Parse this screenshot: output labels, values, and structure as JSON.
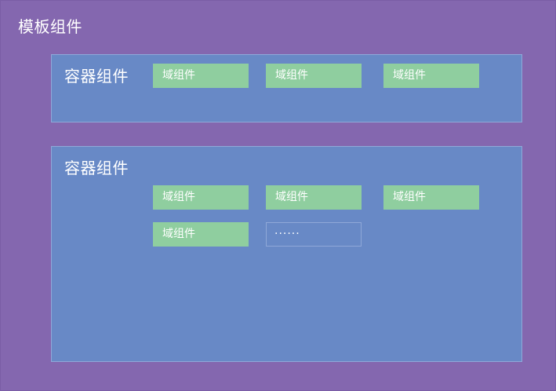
{
  "template": {
    "title": "模板组件"
  },
  "containers": [
    {
      "title": "容器组件",
      "fields": [
        "域组件",
        "域组件",
        "域组件"
      ]
    },
    {
      "title": "容器组件",
      "fields": [
        "域组件",
        "域组件",
        "域组件",
        "域组件"
      ],
      "more": "······"
    }
  ],
  "colors": {
    "template_bg": "#8467AF",
    "container_bg": "#6889C6",
    "field_bg": "#8FCE9F",
    "text": "#FFFFFF"
  }
}
